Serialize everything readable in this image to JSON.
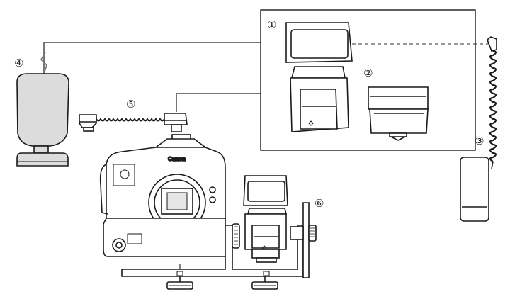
{
  "labels": {
    "item1": "①",
    "item2": "②",
    "item3": "③",
    "item4": "④",
    "item5": "⑤",
    "item6": "⑥"
  },
  "camera": {
    "brand": "Canon"
  },
  "colors": {
    "line": "#777777",
    "outline": "#1a1a1a",
    "transmitter_fill": "#dcdcdc",
    "battery_fill": "#ffffff"
  }
}
